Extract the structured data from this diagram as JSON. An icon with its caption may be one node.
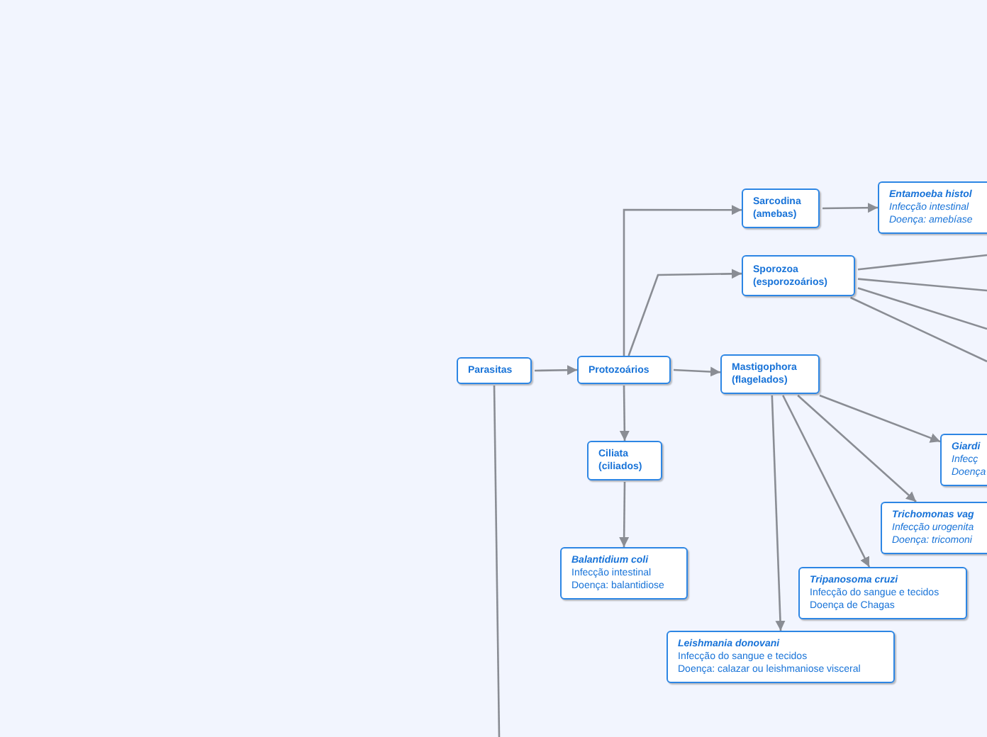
{
  "diagram": {
    "nodes": [
      {
        "text": [
          "Parasitas"
        ]
      },
      {
        "text": [
          "Protozoários"
        ]
      },
      {
        "text": [
          "Sarcodina (amebas)"
        ]
      },
      {
        "text": [
          "Entamoeba histol",
          "Infecção intestinal",
          "Doença: amebíase"
        ]
      },
      {
        "text": [
          "Sporozoa (esporozoários)"
        ]
      },
      {
        "text": [
          "Mastigophora (flagelados)"
        ]
      },
      {
        "text": [
          "Ciliata (ciliados)"
        ]
      },
      {
        "text": [
          "Balantidium coli",
          "Infecção intestinal",
          "Doença: balantidiose"
        ]
      },
      {
        "text": [
          "Giardi",
          "Infecç",
          "Doença"
        ]
      },
      {
        "text": [
          "Trichomonas vag",
          "Infecção urogenita",
          "Doença: tricomoni"
        ]
      },
      {
        "text": [
          "Tripanosoma cruzi",
          "Infecção do sangue e tecidos",
          "Doença de Chagas"
        ]
      },
      {
        "text": [
          "Leishmania donovani",
          "Infecção do sangue e tecidos",
          "Doença: calazar ou leishmaniose visceral"
        ]
      }
    ],
    "edges": [
      {
        "from": 0,
        "to": 1,
        "arrow": "to"
      },
      {
        "from": 1,
        "to": 2,
        "arrow": "to"
      },
      {
        "from": 1,
        "to": 4,
        "arrow": "to"
      },
      {
        "from": 1,
        "to": 5,
        "arrow": "to"
      },
      {
        "from": 1,
        "to": 6,
        "arrow": "to"
      },
      {
        "from": 2,
        "to": 3,
        "arrow": "to"
      },
      {
        "from": 6,
        "to": 7,
        "arrow": "to"
      },
      {
        "from": 5,
        "to": 8,
        "arrow": "to"
      },
      {
        "from": 5,
        "to": 9,
        "arrow": "to"
      },
      {
        "from": 5,
        "to": 10,
        "arrow": "to"
      },
      {
        "from": 5,
        "to": 11,
        "arrow": "to"
      },
      {
        "from": 4,
        "to": null,
        "arrow": "none"
      },
      {
        "from": 4,
        "to": null,
        "arrow": "none"
      },
      {
        "from": 4,
        "to": null,
        "arrow": "none"
      },
      {
        "from": 4,
        "to": null,
        "arrow": "none"
      },
      {
        "from": 0,
        "to": null,
        "arrow": "none"
      }
    ]
  }
}
